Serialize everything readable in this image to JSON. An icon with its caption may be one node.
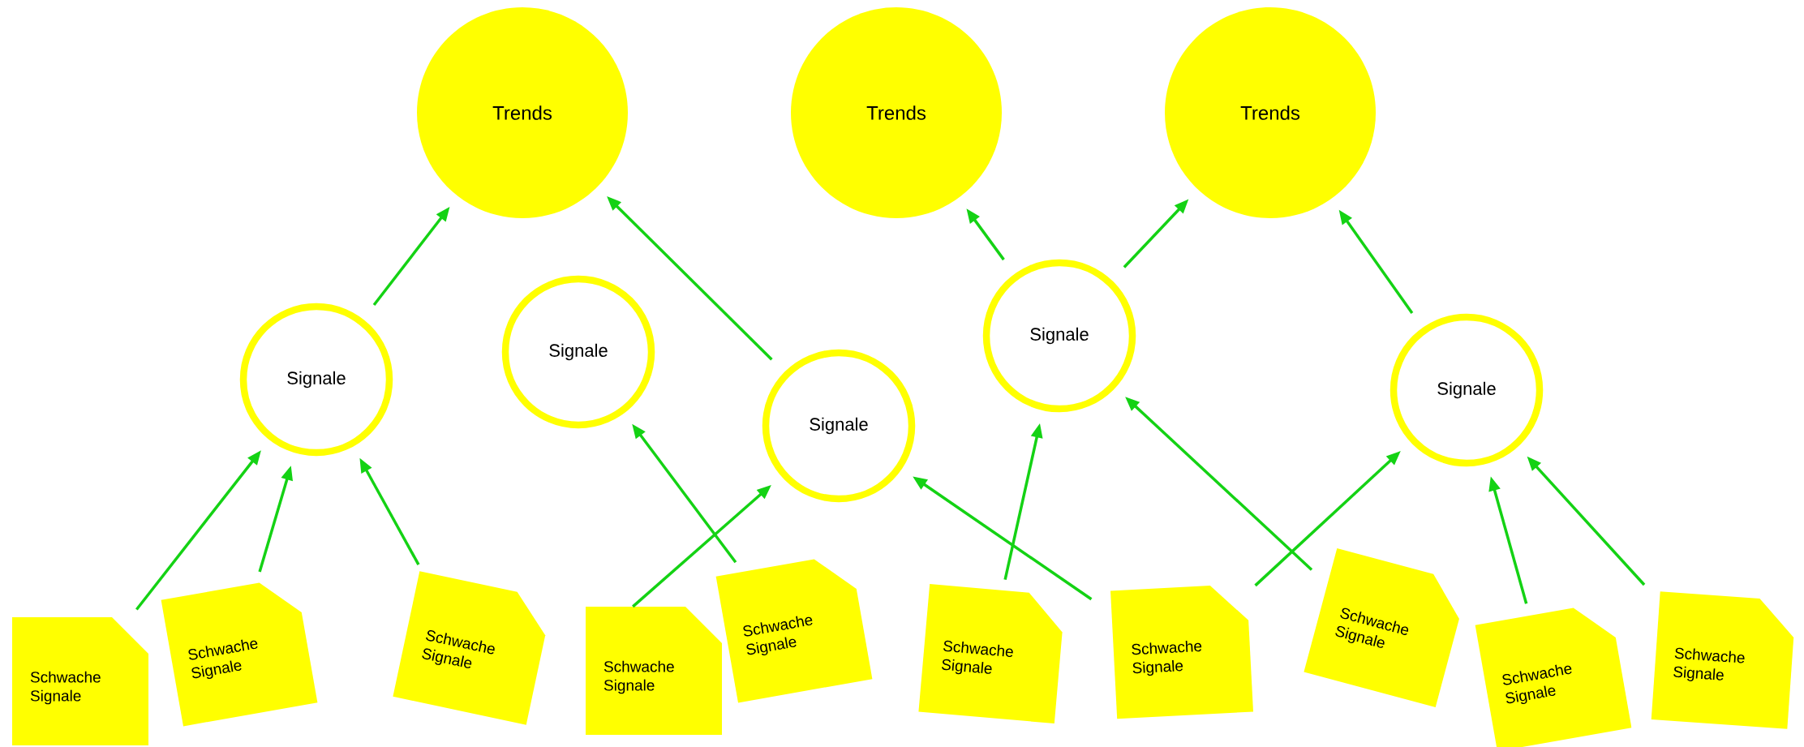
{
  "diagram": {
    "nodes": [
      {
        "text": [
          "Trends"
        ]
      },
      {
        "text": [
          "Trends"
        ]
      },
      {
        "text": [
          "Trends"
        ]
      },
      {
        "text": [
          "Signale"
        ]
      },
      {
        "text": [
          "Signale"
        ]
      },
      {
        "text": [
          "Signale"
        ]
      },
      {
        "text": [
          "Signale"
        ]
      },
      {
        "text": [
          "Signale"
        ]
      },
      {
        "text": [
          "Schwache Signale"
        ]
      },
      {
        "text": [
          "Schwache Signale"
        ]
      },
      {
        "text": [
          "Schwache Signale"
        ]
      },
      {
        "text": [
          "Schwache Signale"
        ]
      },
      {
        "text": [
          "Schwache Signale"
        ]
      },
      {
        "text": [
          "Schwache Signale"
        ]
      },
      {
        "text": [
          "Schwache Signale"
        ]
      },
      {
        "text": [
          "Schwache Signale"
        ]
      },
      {
        "text": [
          "Schwache Signale"
        ]
      },
      {
        "text": [
          "Schwache Signale"
        ]
      }
    ],
    "edges": [
      {
        "from": 8,
        "to": 3,
        "arrow": "to"
      },
      {
        "from": 9,
        "to": 3,
        "arrow": "to"
      },
      {
        "from": 10,
        "to": 3,
        "arrow": "to"
      },
      {
        "from": 11,
        "to": 5,
        "arrow": "to"
      },
      {
        "from": 12,
        "to": 4,
        "arrow": "to"
      },
      {
        "from": 13,
        "to": 6,
        "arrow": "to"
      },
      {
        "from": 14,
        "to": 5,
        "arrow": "to"
      },
      {
        "from": 14,
        "to": 7,
        "arrow": "to"
      },
      {
        "from": 15,
        "to": 6,
        "arrow": "to"
      },
      {
        "from": 16,
        "to": 7,
        "arrow": "to"
      },
      {
        "from": 17,
        "to": 7,
        "arrow": "to"
      },
      {
        "from": 3,
        "to": 0,
        "arrow": "to"
      },
      {
        "from": 5,
        "to": 0,
        "arrow": "to"
      },
      {
        "from": 6,
        "to": 1,
        "arrow": "to"
      },
      {
        "from": 6,
        "to": 2,
        "arrow": "to"
      },
      {
        "from": 7,
        "to": 2,
        "arrow": "to"
      }
    ]
  }
}
